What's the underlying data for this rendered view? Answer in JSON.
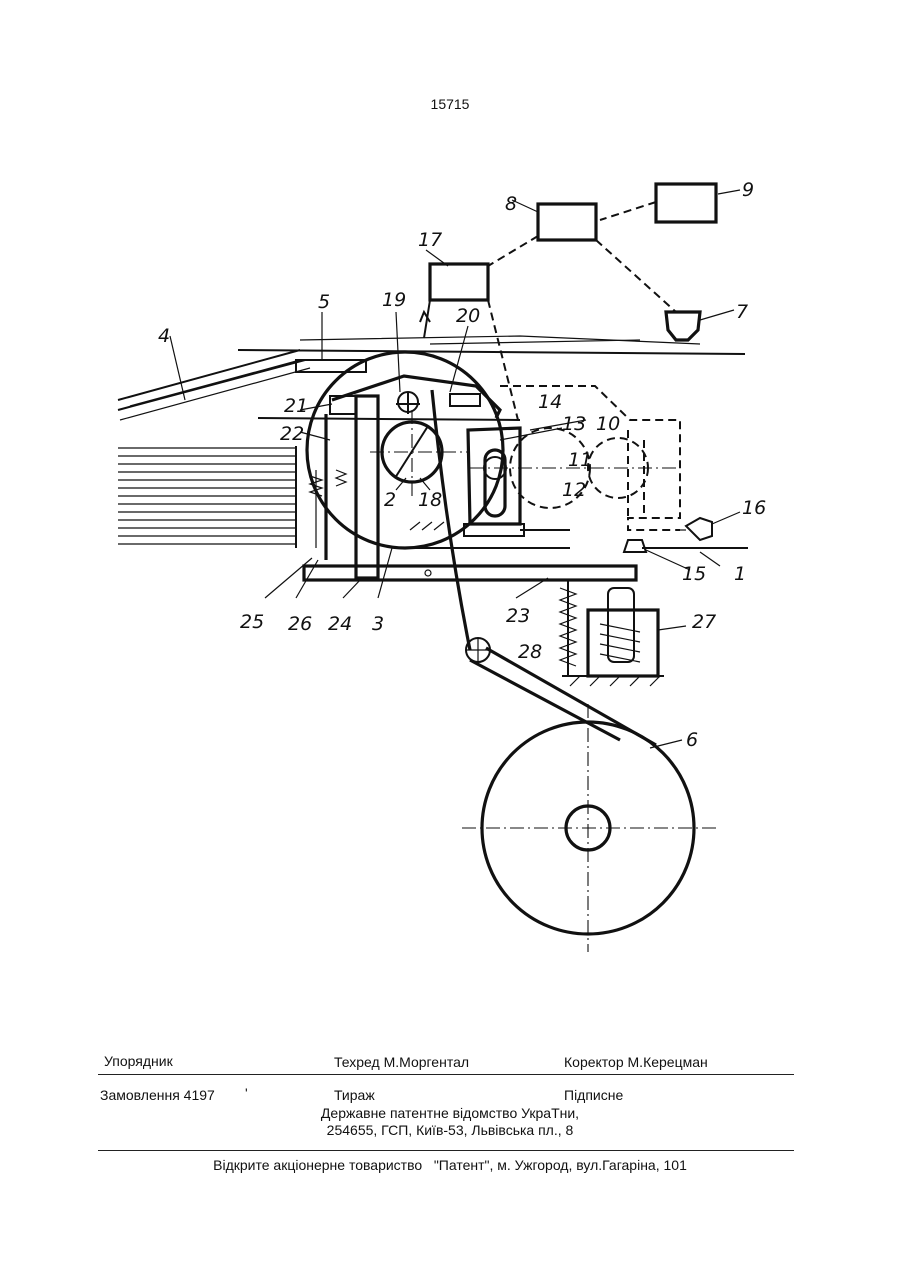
{
  "header": {
    "page_number": "15715"
  },
  "figure": {
    "labels": [
      "1",
      "2",
      "3",
      "4",
      "5",
      "6",
      "7",
      "8",
      "9",
      "10",
      "11",
      "12",
      "13",
      "14",
      "15",
      "16",
      "17",
      "18",
      "19",
      "20",
      "21",
      "22",
      "23",
      "24",
      "25",
      "26",
      "27",
      "28"
    ]
  },
  "footer": {
    "compiler": "Упорядник",
    "tech_editor": "Техред М.Моргентал",
    "corrector": "Коректор М.Керецман",
    "order": "Замовлення 4197",
    "order_mark": "'",
    "circulation": "Тираж",
    "subscription": "Підписне",
    "office_line1": "Державне патентне відомство УкраТни,",
    "office_line2": "254655, ГСП, Київ-53, Львівська пл., 8",
    "publisher": "Відкрите акціонерне товариство   \"Патент\", м. Ужгород, вул.Гагаріна, 101"
  }
}
